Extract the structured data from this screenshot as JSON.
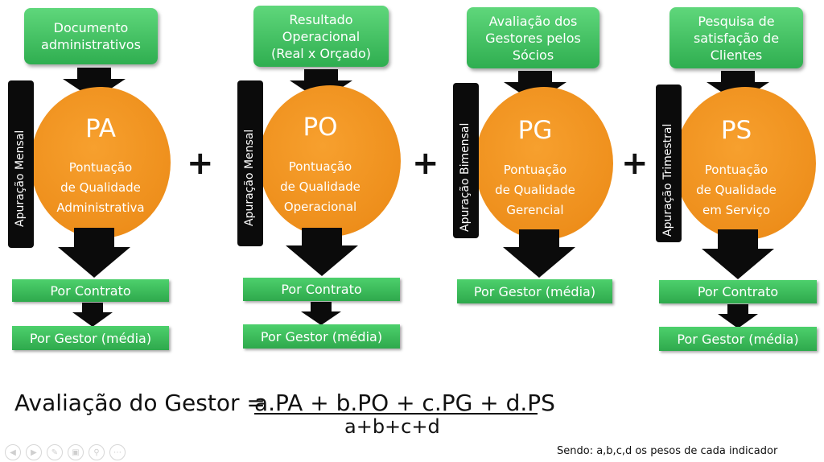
{
  "columns": [
    {
      "source_lines": [
        "Documento",
        "administrativos"
      ],
      "code": "PA",
      "desc_lines": [
        "Pontuação",
        "de Qualidade",
        "Administrativa"
      ],
      "period": "Apuração Mensal",
      "results": [
        "Por Contrato",
        "Por Gestor (média)"
      ]
    },
    {
      "source_lines": [
        "Resultado",
        "Operacional",
        "(Real x Orçado)"
      ],
      "code": "PO",
      "desc_lines": [
        "Pontuação",
        "de Qualidade",
        "Operacional"
      ],
      "period": "Apuração Mensal",
      "results": [
        "Por Contrato",
        "Por Gestor (média)"
      ]
    },
    {
      "source_lines": [
        "Avaliação dos",
        "Gestores pelos",
        "Sócios"
      ],
      "code": "PG",
      "desc_lines": [
        "Pontuação",
        "de Qualidade",
        "Gerencial"
      ],
      "period": "Apuração Bimensal",
      "results": [
        "Por Gestor (média)"
      ]
    },
    {
      "source_lines": [
        "Pesquisa de",
        "satisfação de",
        "Clientes"
      ],
      "code": "PS",
      "desc_lines": [
        "Pontuação",
        "de Qualidade",
        "em Serviço"
      ],
      "period": "Apuração Trimestral",
      "results": [
        "Por Contrato",
        "Por Gestor (média)"
      ]
    }
  ],
  "operators": [
    "+",
    "+",
    "+"
  ],
  "formula": {
    "lhs": "Avaliação do Gestor = ",
    "numerator": "a.PA + b.PO + c.PG + d.PS",
    "denominator": "a+b+c+d"
  },
  "note": "Sendo: a,b,c,d os pesos de cada indicador",
  "colors": {
    "green": "#2fae50",
    "orange": "#ee8f1c",
    "black": "#0b0b0b"
  },
  "nav_icons": [
    "back-icon",
    "forward-icon",
    "pen-icon",
    "slides-icon",
    "zoom-icon",
    "more-icon"
  ]
}
